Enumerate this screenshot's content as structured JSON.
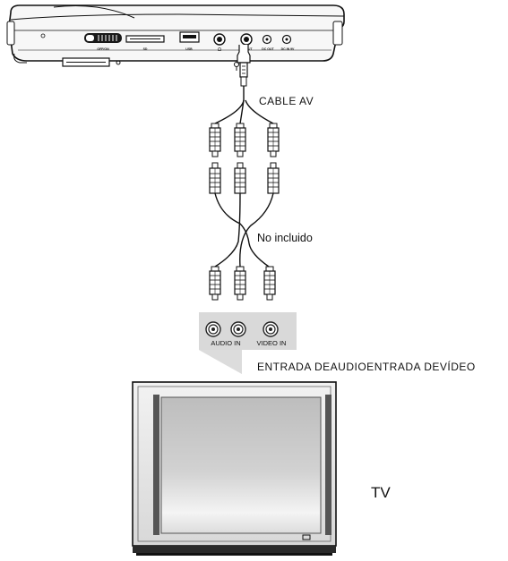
{
  "labels": {
    "cable": "CABLE AV",
    "not_included": "No incluido",
    "input": "ENTRADA DEAUDIOENTRADA DEVÍDEO",
    "tv": "TV"
  },
  "panel": {
    "audio_in": "AUDIO IN",
    "video_in": "VIDEO IN"
  },
  "player_ports": {
    "switch": "OFF/ON",
    "card": "SD",
    "usb": "USB",
    "headphone": "Ω",
    "av_out": "AV OUT",
    "dc_out": "DC OUT",
    "dc_in": "DC IN 9V"
  },
  "colors": {
    "line": "#111111",
    "panel_shade": "#d9d9d9",
    "tv_body": "#e6e6e6",
    "tv_screen": "#c9c9c9",
    "tv_base": "#2a2a2a"
  }
}
